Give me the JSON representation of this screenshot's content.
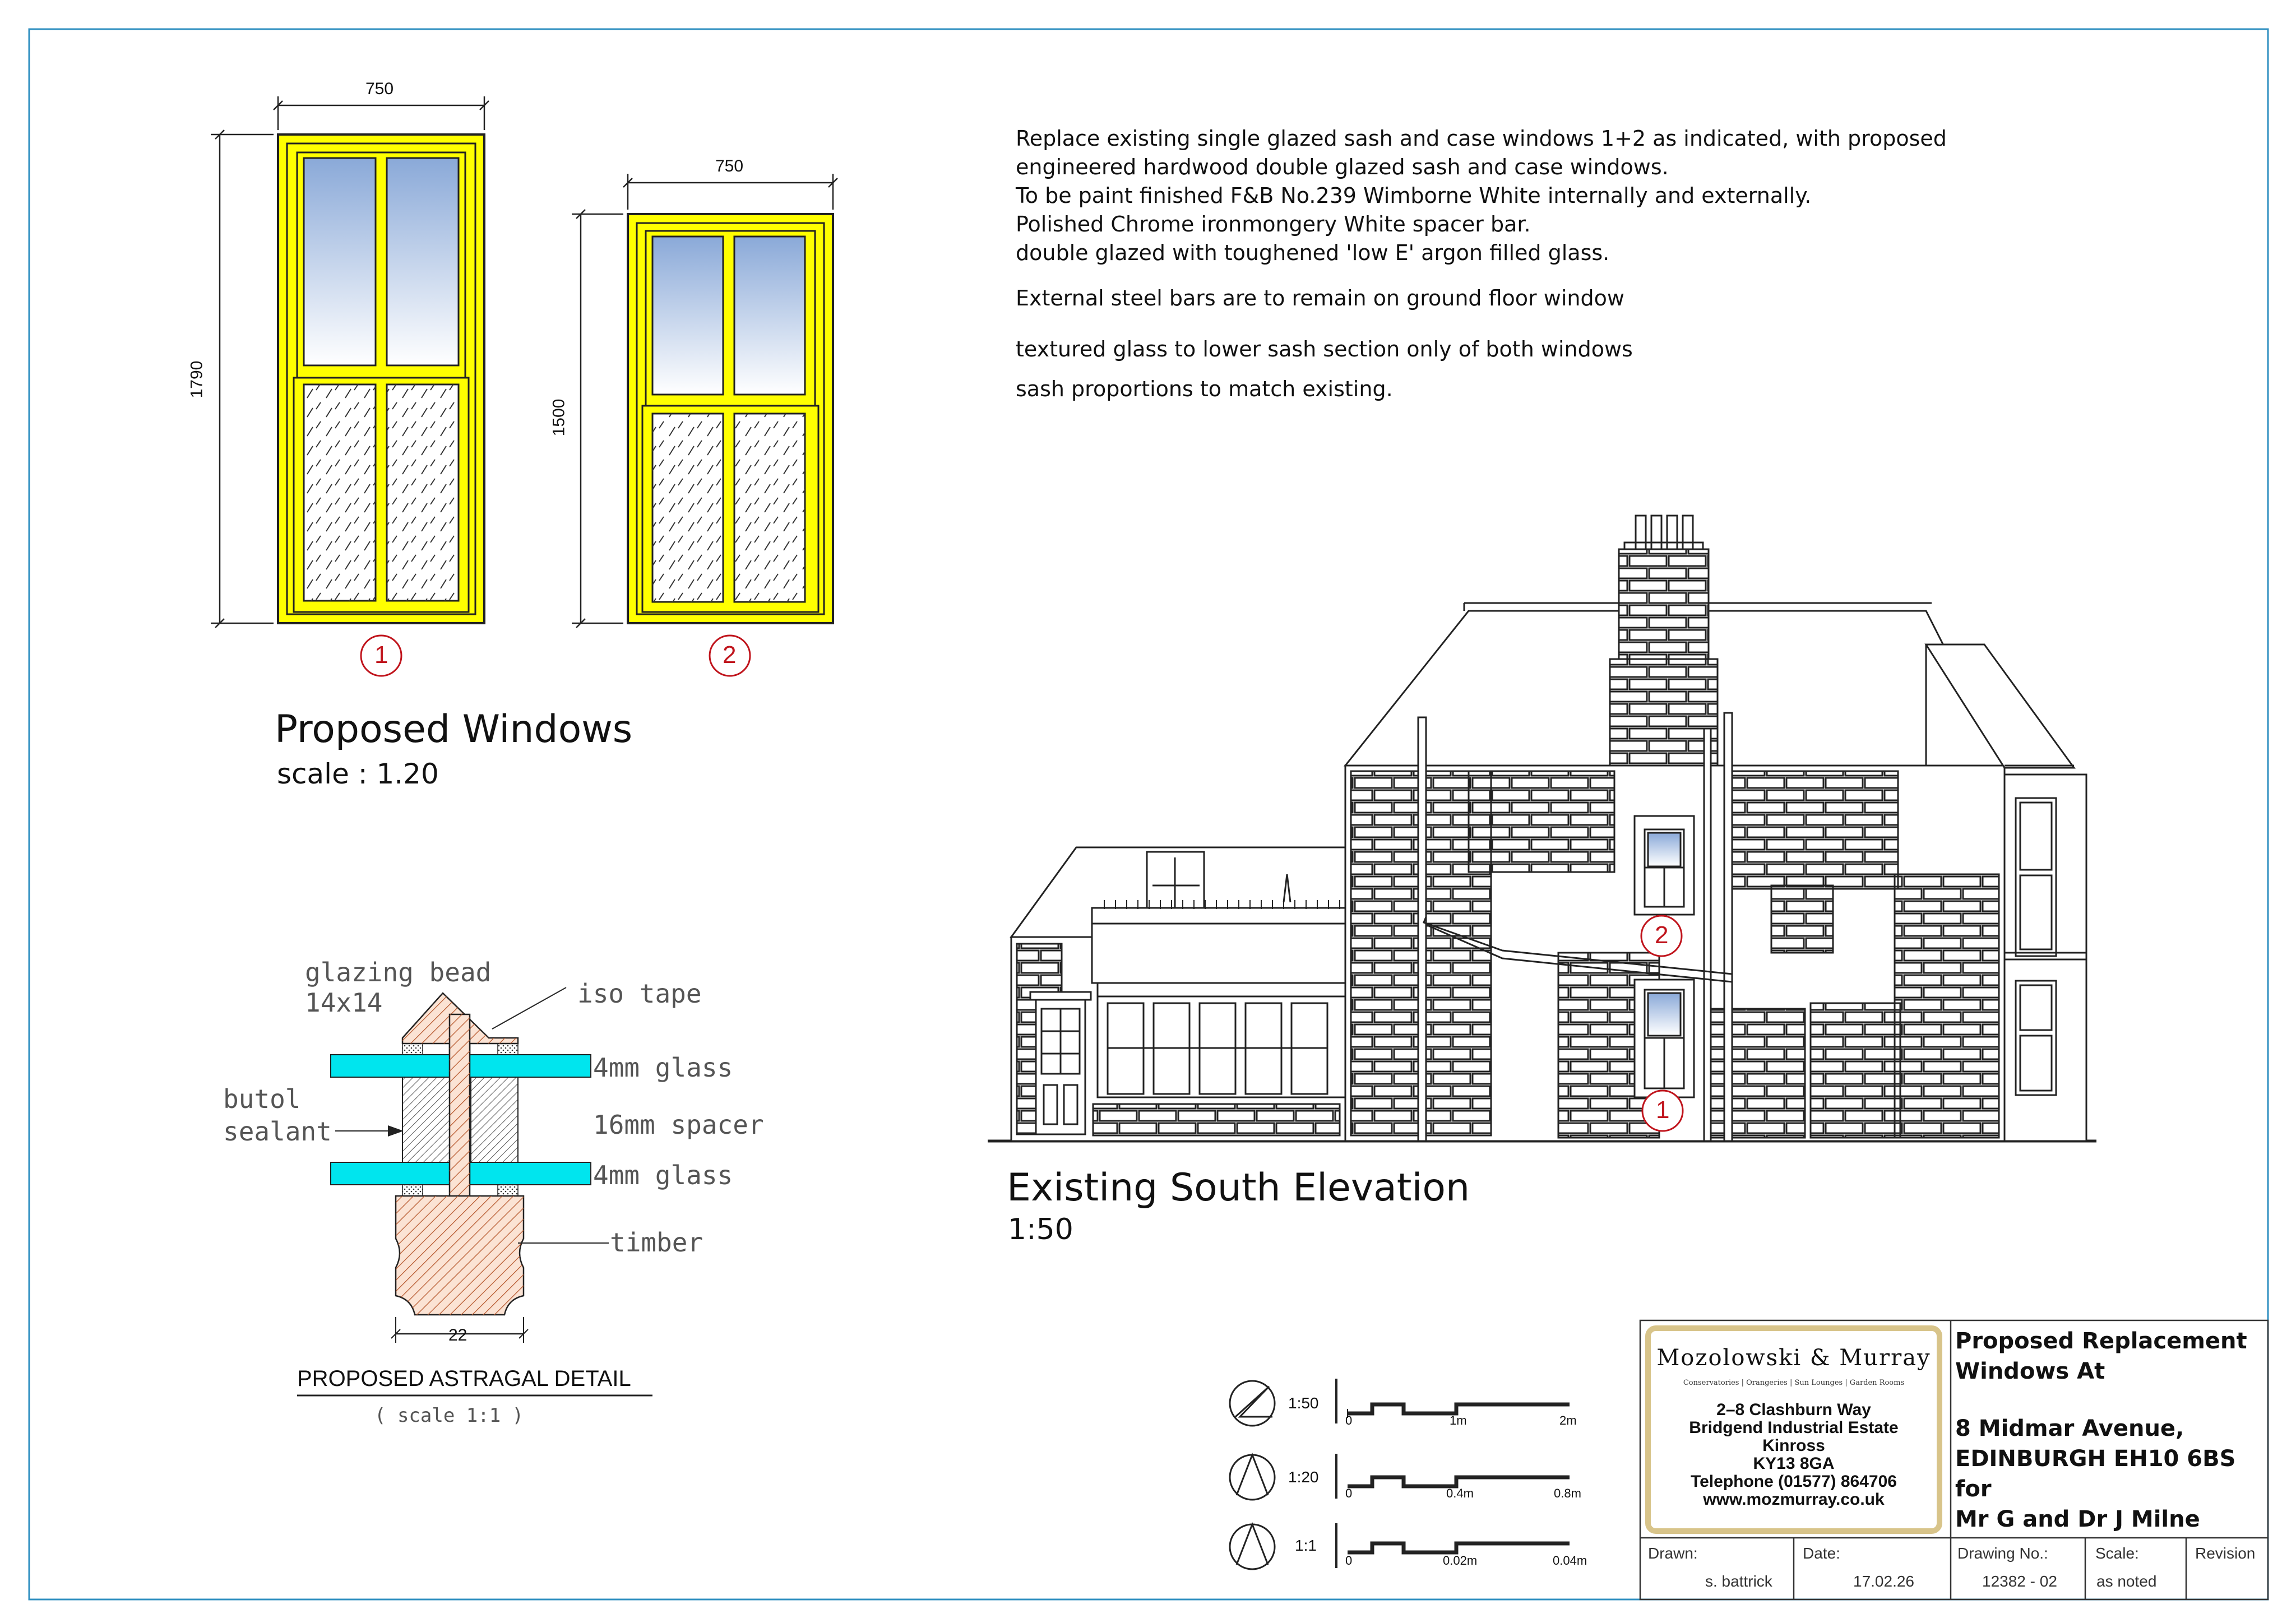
{
  "dims": {
    "width_w1": "750",
    "height_w1": "1790",
    "width_w2": "750",
    "height_w2": "1500",
    "astragal_width": "22"
  },
  "markers": {
    "m1": "1",
    "m2": "2",
    "e1": "1",
    "e2": "2"
  },
  "windows_title": "Proposed Windows",
  "windows_scale": "scale : 1.20",
  "notes": [
    "Replace existing single glazed sash and case windows 1+2 as indicated, with proposed",
    "engineered hardwood double glazed sash and case windows.",
    " To be paint finished F&B No.239 Wimborne White internally and externally.",
    "Polished Chrome ironmongery        White spacer bar.",
    "double glazed with toughened 'low E' argon filled glass.",
    "External steel bars are to remain on ground floor window",
    "textured glass to lower sash section only of both windows",
    "sash proportions to match existing."
  ],
  "detail": {
    "glazing_bead": "glazing  bead",
    "bead_size": "14x14",
    "iso_tape": "iso  tape",
    "glass_top": "4mm  glass",
    "butol": "butol",
    "sealant": "sealant",
    "spacer": "16mm  spacer",
    "glass_bottom": "4mm  glass",
    "timber": "timber",
    "title": "PROPOSED  ASTRAGAL  DETAIL",
    "scale": "(  scale     1:1  )"
  },
  "elevation": {
    "title": "Existing South Elevation",
    "scale": "1:50"
  },
  "scale_bars": [
    {
      "label": "1:50",
      "zero": "0",
      "mid": "1m",
      "end": "2m"
    },
    {
      "label": "1:20",
      "zero": "0",
      "mid": "0.4m",
      "end": "0.8m"
    },
    {
      "label": "1:1",
      "zero": "0",
      "mid": "0.02m",
      "end": "0.04m"
    }
  ],
  "company": {
    "name": "Mozolowski  &  Murray",
    "tagline": "Conservatories | Orangeries | Sun Lounges | Garden Rooms",
    "address1": "2–8  Clashburn  Way",
    "address2": "Bridgend  Industrial  Estate",
    "address3": "Kinross",
    "address4": "KY13  8GA",
    "phone": "Telephone  (01577)  864706",
    "web": "www.mozmurray.co.uk"
  },
  "project": {
    "title1": "Proposed Replacement",
    "title2": "Windows  At",
    "addr1": "8 Midmar Avenue,",
    "addr2": "EDINBURGH     EH10 6BS",
    "for": "for",
    "client": "Mr G and Dr J Milne"
  },
  "titleblock": {
    "drawn_label": "Drawn:",
    "drawn_value": "s. battrick",
    "date_label": "Date:",
    "date_value": "17.02.26",
    "drawing_label": "Drawing No.:",
    "drawing_value": "12382 - 02",
    "scale_label": "Scale:",
    "scale_value": "as noted",
    "revision_label": "Revision"
  },
  "colors": {
    "frame": "#ffff00",
    "glass": "#00e5ee",
    "timber": "#b5552a",
    "marker": "#c0141c"
  }
}
